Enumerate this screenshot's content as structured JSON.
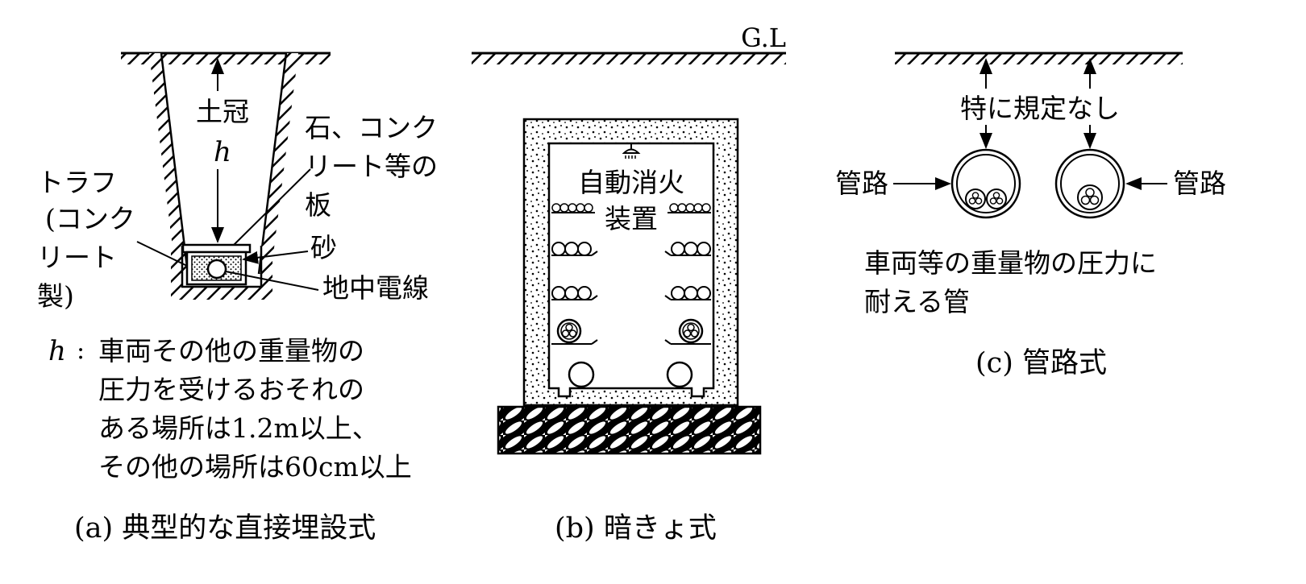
{
  "panel_a": {
    "cover_label": "土冠",
    "cover_symbol": "h",
    "slab_label": [
      "石、コンク",
      "リート等の",
      "板"
    ],
    "trough_label": [
      "トラフ",
      "(コンク",
      "リート",
      "製)"
    ],
    "sand_label": "砂",
    "cable_label": "地中電線",
    "note_symbol": "h",
    "note_colon": ":",
    "note_lines": [
      "車両その他の重量物の",
      "圧力を受けるおそれの",
      "ある場所は1.2m以上、",
      "その他の場所は60cm以上"
    ],
    "caption": "(a) 典型的な直接埋設式"
  },
  "panel_b": {
    "ground_label": "G.L",
    "equipment_label": [
      "自動消火",
      "装置"
    ],
    "caption": "(b) 暗きょ式"
  },
  "panel_c": {
    "note_label": "特に規定なし",
    "pipe_label_left": "管路",
    "pipe_label_right": "管路",
    "pipe_note": [
      "車両等の重量物の圧力に",
      "耐える管"
    ],
    "caption": "(c) 管路式"
  },
  "colors": {
    "ink": "#000000",
    "background": "#ffffff"
  }
}
